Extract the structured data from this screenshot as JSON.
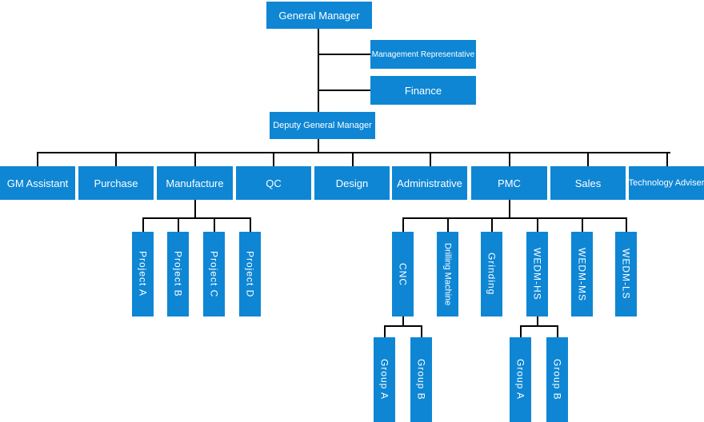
{
  "org": {
    "general_manager": "General Manager",
    "management_representative": "Management Representative",
    "finance": "Finance",
    "deputy_general_manager": "Deputy General Manager",
    "departments": {
      "gm_assistant": "GM Assistant",
      "purchase": "Purchase",
      "manufacture": "Manufacture",
      "qc": "QC",
      "design": "Design",
      "administrative": "Administrative",
      "pmc": "PMC",
      "sales": "Sales",
      "technology_adviser": "Technology Adviser"
    },
    "manufacture_projects": {
      "a": "Project A",
      "b": "Project B",
      "c": "Project C",
      "d": "Project D"
    },
    "pmc_units": {
      "cnc": "CNC",
      "drilling": "Drilling Machine",
      "grinding": "Grinding",
      "wedm_hs": "WEDM-HS",
      "wedm_ms": "WEDM-MS",
      "wedm_ls": "WEDM-LS"
    },
    "cnc_groups": {
      "a": "Group A",
      "b": "Group B"
    },
    "wedm_hs_groups": {
      "a": "Group A",
      "b": "Group B"
    }
  },
  "colors": {
    "box": "#0e86d4",
    "text": "#ffffff",
    "line": "#000000"
  }
}
